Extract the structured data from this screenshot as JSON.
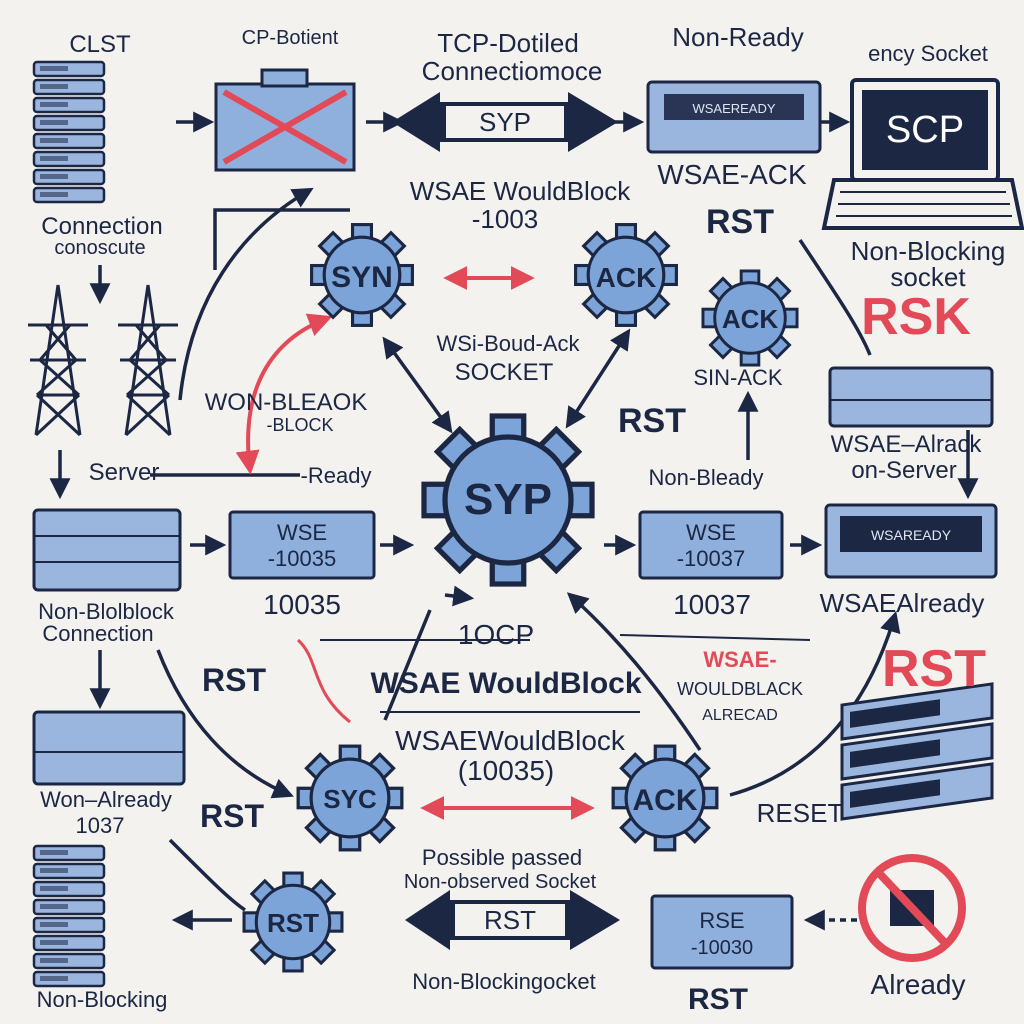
{
  "labels": {
    "clst": "CLST",
    "cp_botient": "CP-Botient",
    "tcp_detailed": "TCP-Dotiled",
    "connectiomoce": "Connectiomoce",
    "non_ready_top": "Non-Ready",
    "ency_socket": "ency Socket",
    "wsae_wouldblock_top": "WSAE WouldBlock",
    "code_1003": "-1003",
    "wsae_ack": "WSAE-ACK",
    "rst_top": "RST",
    "connection": "Connection",
    "conoscute": "conoscute",
    "non_blocking_socket_1": "Non-Blocking",
    "non_blocking_socket_2": "socket",
    "rsk": "RSK",
    "wsi_bouack_1": "WSi-Boud-Ack",
    "wsi_bouack_2": "SOCKET",
    "sin_ack": "SIN-ACK",
    "won_bleaok_1": "WON-BLEAOK",
    "won_bleaok_2": "-BLOCK",
    "rst_mid": "RST",
    "wsae_alrack_1": "WSAE–Alrack",
    "wsae_alrack_2": "on-Server",
    "server": "Server",
    "ready": "-Ready",
    "non_bleady": "Non-Bleady",
    "n10035": "10035",
    "n10037": "10037",
    "wsae_already": "WSAEAlready",
    "non_blolblock_1": "Non-Blolblock",
    "non_blolblock_2": "Connection",
    "tocp": "1OCP",
    "wsae_wouldblock_mid": "WSAE WouldBlock",
    "wsae_red": "WSAE-",
    "wouldblack": "WOULDBLACK",
    "alrecad": "ALRECAD",
    "rst_red_right": "RST",
    "rst_left_mid": "RST",
    "wsae_wouldblock_low": "WSAEWouldBlock",
    "n10035_paren": "(10035)",
    "won_already_1": "Won–Already",
    "won_already_2": "1037",
    "rst_left_low": "RST",
    "reset": "RESET",
    "possible_1": "Possible passed",
    "possible_2": "Non-observed Socket",
    "non_blocking_bottom": "Non-Blocking",
    "non_blockingsocket": "Non-Blockingocket",
    "rst_bottom": "RST",
    "already": "Already"
  },
  "gears": {
    "syn_top": "SYN",
    "ack_top": "ACK",
    "ack_right": "ACK",
    "syp_center": "SYP",
    "syc_low": "SYC",
    "ack_low": "ACK",
    "rst_bottom": "RST"
  },
  "boxes": {
    "syp_arrow": "SYP",
    "wsae_10035_1": "WSE",
    "wsae_10035_2": "-10035",
    "wse_10037_1": "WSE",
    "wse_10037_2": "-10037",
    "wsaready": "WSAREADY",
    "wsaeready_top": "WSAEREADY",
    "scp_screen": "SCP",
    "rst_arrow_bottom": "RST",
    "rse_1": "RSE",
    "rse_2": "-10030"
  },
  "colors": {
    "background": "#f3f2ef",
    "navy": "#1c2744",
    "gear_fill": "#7ca4d8",
    "box_fill": "#8fb0dc",
    "red_accent": "#e14a56"
  }
}
